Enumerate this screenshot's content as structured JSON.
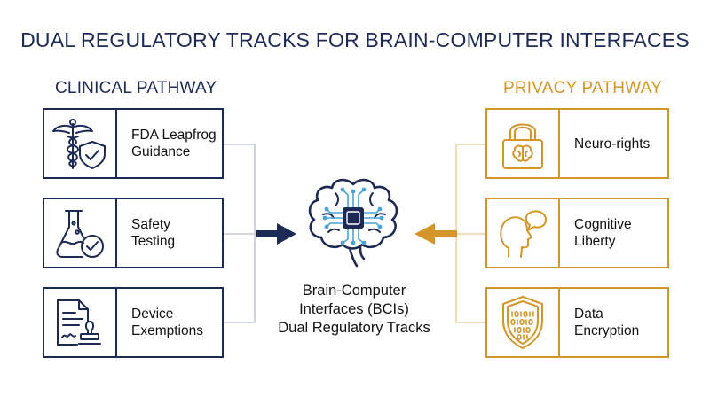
{
  "title": "DUAL REGULATORY TRACKS FOR BRAIN-COMPUTER INTERFACES",
  "clinical": {
    "heading": "CLINICAL PATHWAY",
    "items": [
      {
        "label_line1": "FDA Leapfrog",
        "label_line2": "Guidance",
        "icon": "caduceus-shield-icon"
      },
      {
        "label_line1": "Safety",
        "label_line2": "Testing",
        "icon": "flask-check-icon"
      },
      {
        "label_line1": "Device",
        "label_line2": "Exemptions",
        "icon": "document-stamp-icon"
      }
    ]
  },
  "privacy": {
    "heading": "PRIVACY PATHWAY",
    "items": [
      {
        "label_line1": "Neuro-rights",
        "label_line2": "",
        "icon": "brain-lock-icon"
      },
      {
        "label_line1": "Cognitive",
        "label_line2": "Liberty",
        "icon": "head-speech-icon"
      },
      {
        "label_line1": "Data",
        "label_line2": "Encryption",
        "icon": "binary-shield-icon"
      }
    ]
  },
  "center": {
    "line1": "Brain-Computer",
    "line2": "Interfaces (BCIs)",
    "line3": "Dual Regulatory Tracks",
    "icon": "brain-chip-icon"
  },
  "colors": {
    "navy": "#1d2a55",
    "gold": "#d4962a",
    "line_grey": "#c4c8d6",
    "line_gold": "#ecd3a8"
  }
}
